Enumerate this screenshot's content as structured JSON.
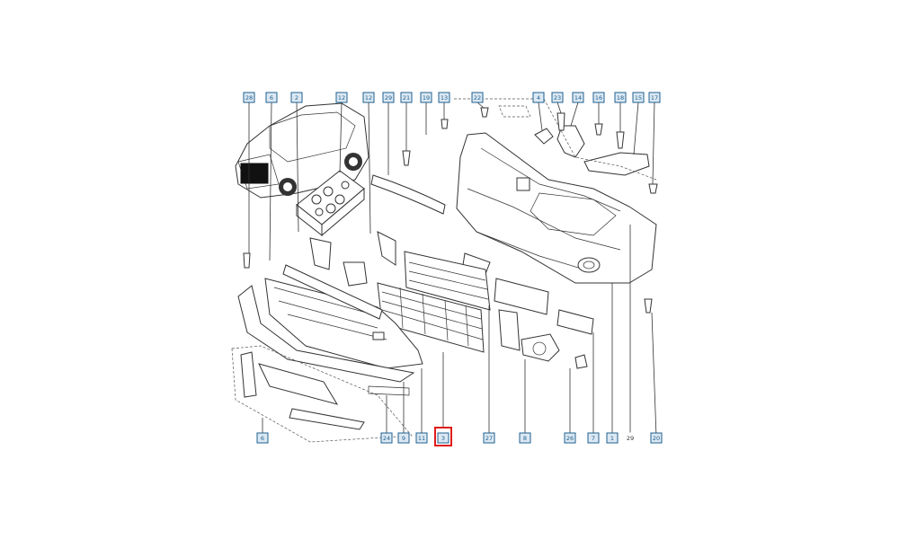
{
  "callouts_top": [
    "28",
    "6",
    "2",
    "12",
    "12",
    "29",
    "21",
    "19",
    "13",
    "22",
    "4",
    "23",
    "14",
    "16",
    "18",
    "15",
    "17"
  ],
  "callouts_bottom": [
    "6",
    "24",
    "9",
    "11",
    "3",
    "27",
    "8",
    "26",
    "7",
    "1",
    "29",
    "20"
  ],
  "highlighted_callout": "3",
  "colors": {
    "callout_fill": "#dbe8f3",
    "callout_border": "#1f5f8f",
    "highlight": "#e01b1b"
  }
}
